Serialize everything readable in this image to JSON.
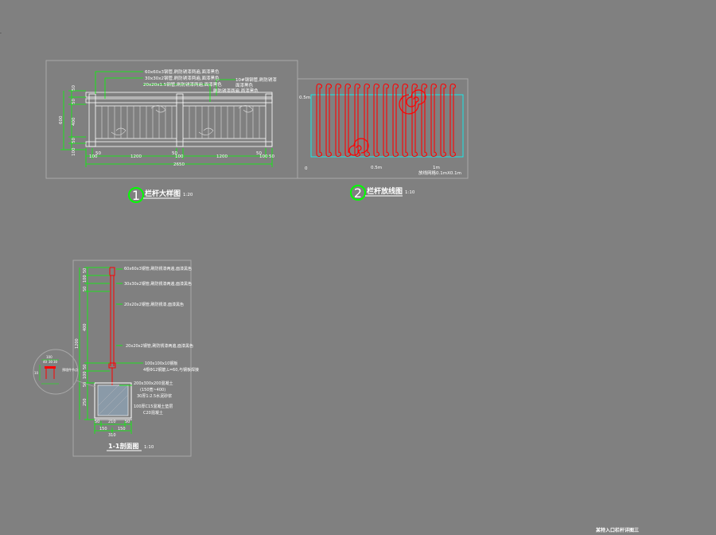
{
  "colors": {
    "background": "#808080",
    "frame": "#a9a9a9",
    "dim": "#00ff00",
    "line": "#ffffff",
    "red": "#ff0000",
    "cyan": "#00ffff"
  },
  "elevation": {
    "title": "栏杆大样图",
    "scale": "1:20",
    "badge": "1",
    "callouts": [
      "60x60x3钢管,刷防锈漆两遍,面漆黑色",
      "30x30x2钢管,刷防锈漆两遍,面漆黑色",
      "20x20x1.5钢管,刷防锈漆两遍,面漆黑色"
    ],
    "right_callouts": [
      "10#钢钢管,刷防锈漆",
      "面漆黑色",
      "刷防锈漆两遍,面漆黑色"
    ],
    "vdims": [
      "50",
      "50",
      "400",
      "50",
      "100"
    ],
    "vtotal": "600",
    "hdims_top": [
      "50",
      "50",
      "50"
    ],
    "hdims_bottom": [
      "100",
      "1200",
      "100",
      "1200",
      "100"
    ],
    "htotal": "2650",
    "end_dim": "50"
  },
  "pattern": {
    "title": "栏杆放线图",
    "scale": "1:10",
    "badge": "2",
    "label_05m_top": "0.5m",
    "x_labels": [
      "0",
      "0.5m",
      "1m"
    ],
    "grid_note": "放线网格0.1mX0.1m"
  },
  "section": {
    "title": "1-1剖面图",
    "scale": "1:10",
    "callouts": [
      "60x60x3钢管,刷防锈漆两遍,面漆黑色",
      "30x30x2钢管,刷防锈漆两遍,面漆黑色",
      "20x20x2钢管,刷防锈漆,面漆黑色",
      "20x20x2钢管,刷防锈漆两遍,面漆黑色",
      "100x100x10钢板",
      "4根Φ12钢筋,L=60,与钢板焊接",
      "200x300x200混凝土",
      "(150宽~400)",
      "30厚1:2.5水泥砂浆",
      "100厚C15混凝土垫层",
      "C20混凝土"
    ],
    "vdims": [
      "50",
      "100",
      "50",
      "400",
      "50",
      "100",
      "50",
      "250"
    ],
    "vtotal": "1200",
    "hdims_small": [
      "50",
      "210",
      "50"
    ],
    "hdims_big": [
      "150",
      "150"
    ],
    "htotal": "310"
  },
  "detail": {
    "dims": [
      "100",
      "40",
      "30",
      "30"
    ],
    "side": "10",
    "note": "预埋件节点"
  },
  "footer_label": "某特入口栏杆详图三"
}
